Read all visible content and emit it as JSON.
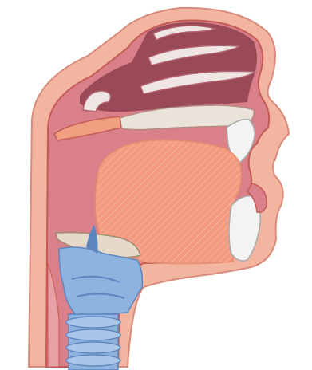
{
  "figure": {
    "type": "sagittal-head-section",
    "colors": {
      "skin": "#f2b6a0",
      "outline": "#c65a55",
      "tissue": "#d9808a",
      "tissue_dark": "#9a4a56",
      "turbinate": "#efe6e4",
      "tongue": "#f39a80",
      "tongue_hatch": "#f7b39d",
      "palate_bone": "#e9e3d9",
      "soft_palate": "#f0a080",
      "teeth": "#f3f3f3",
      "cartilage": "#8fb3df",
      "cartilage_dark": "#5d86c0",
      "epiglottis": "#e6d9c9"
    },
    "structures": [
      {
        "id": "nasal-cavity",
        "icon": "turbinates"
      },
      {
        "id": "hard-palate",
        "icon": "bone"
      },
      {
        "id": "soft-palate",
        "icon": "velum"
      },
      {
        "id": "tongue",
        "icon": "muscle"
      },
      {
        "id": "upper-teeth",
        "icon": "tooth"
      },
      {
        "id": "lower-teeth",
        "icon": "tooth"
      },
      {
        "id": "epiglottis",
        "icon": "cartilage"
      },
      {
        "id": "larynx",
        "icon": "cartilage"
      },
      {
        "id": "trachea",
        "icon": "rings"
      }
    ]
  }
}
